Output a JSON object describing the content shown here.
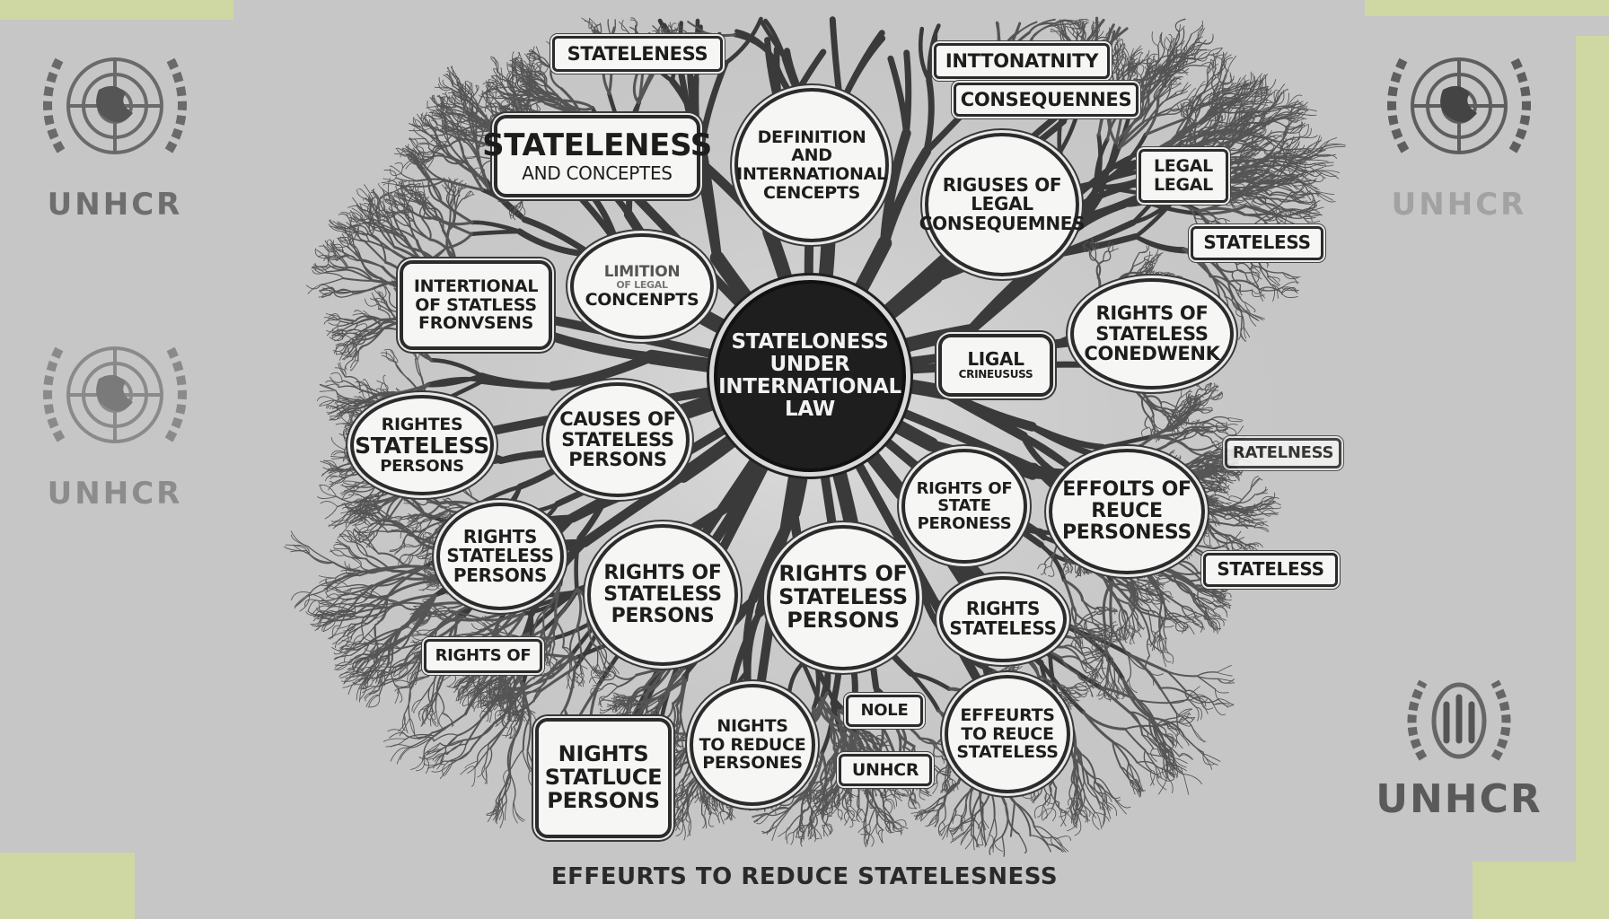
{
  "center": {
    "lines": [
      "STATELONESS",
      "UNDER",
      "INTERNATIONAL",
      "LAW"
    ]
  },
  "nodes": [
    {
      "id": "n1",
      "lines": [
        "STATELENESS"
      ],
      "sub": "AND CONCEPTES"
    },
    {
      "id": "n2",
      "lines": [
        "DEFINITION",
        "AND",
        "INTERNATIONAL",
        "CENCEPTS"
      ]
    },
    {
      "id": "n3",
      "lines": [
        "RIGUSES OF",
        "LEGAL",
        "CONSEQUEMNES"
      ]
    },
    {
      "id": "n4",
      "lines": [
        "INTERTIONAL",
        "OF STATLESS",
        "FRONVSENS"
      ]
    },
    {
      "id": "n5",
      "lines": [
        "LIMITION",
        "OF LEGAL",
        "CONCENPTS"
      ]
    },
    {
      "id": "n6",
      "lines": [
        "RIGHTS OF",
        "STATELESS",
        "CONEDWENK"
      ]
    },
    {
      "id": "n7",
      "lines": [
        "LIGAL",
        "CRINEUSUSS"
      ]
    },
    {
      "id": "n8",
      "lines": [
        "RIGHTES",
        "STATELESS",
        "PERSONS"
      ]
    },
    {
      "id": "n9",
      "lines": [
        "CAUSES OF",
        "STATELESS",
        "PERSONS"
      ]
    },
    {
      "id": "n10",
      "lines": [
        "RIGHTS OF",
        "STATE",
        "PERONESS"
      ]
    },
    {
      "id": "n11",
      "lines": [
        "EFFOLTS OF",
        "REUCE",
        "PERSONESS"
      ]
    },
    {
      "id": "n12",
      "lines": [
        "RIGHTS",
        "STATELESS",
        "PERSONS"
      ]
    },
    {
      "id": "n13",
      "lines": [
        "RIGHTS OF",
        "STATELESS",
        "PERSONS"
      ]
    },
    {
      "id": "n14",
      "lines": [
        "RIGHTS OF",
        "STATELESS",
        "PERSONS"
      ]
    },
    {
      "id": "n15",
      "lines": [
        "RIGHTS",
        "STATELESS"
      ]
    },
    {
      "id": "n16",
      "lines": [
        "NIGHTS",
        "TO REDUCE",
        "PERSONES"
      ]
    },
    {
      "id": "n17",
      "lines": [
        "EFFEURTS",
        "TO REUCE",
        "STATELESS"
      ]
    },
    {
      "id": "n18",
      "lines": [
        "NIGHTS",
        "STATLUCE",
        "PERSONS"
      ]
    }
  ],
  "tags": [
    {
      "id": "t1",
      "text": "STATELENESS"
    },
    {
      "id": "t2",
      "text": "INTTONATNITY"
    },
    {
      "id": "t3",
      "text": "CONSEQUENNES"
    },
    {
      "id": "t4",
      "text": "LEGAL LEGAL"
    },
    {
      "id": "t5",
      "text": "STATELESS"
    },
    {
      "id": "t6",
      "text": "RATELNESS"
    },
    {
      "id": "t7",
      "text": "STATELESS"
    },
    {
      "id": "t8",
      "text": "RIGHTS OF"
    },
    {
      "id": "t9",
      "text": "NOLE"
    },
    {
      "id": "t10",
      "text": "UNHCR"
    }
  ],
  "emblems": [
    {
      "id": "e1",
      "word": "UNHCR",
      "kind": "un"
    },
    {
      "id": "e2",
      "word": "UNHCR",
      "kind": "un"
    },
    {
      "id": "e3",
      "word": "UNHCR",
      "kind": "un"
    },
    {
      "id": "e4",
      "word": "UNHCR",
      "kind": "unhcr"
    }
  ],
  "footer": "EFFEURTS TO REDUCE STATELESNESS",
  "colors": {
    "background": "#c6c6c6",
    "accent": "#cfd7a3",
    "ink": "#2b2b2b",
    "bubble": "#f6f6f4",
    "center": "#1e1e1e"
  }
}
